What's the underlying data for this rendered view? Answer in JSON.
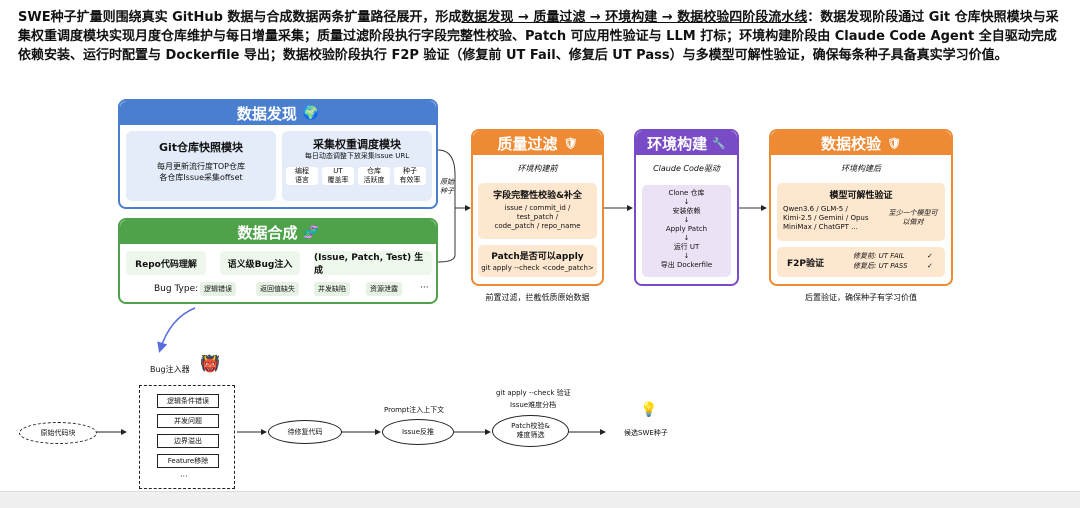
{
  "intro": {
    "p1": "SWE种子扩量则围绕真实 GitHub 数据与合成数据两条扩量路径展开，形成",
    "pipeline": "数据发现 → 质量过滤 → 环境构建 → 数据校验四阶段流水线",
    "p2": "：数据发现阶段通过 Git 仓库快照模块与采集权重调度模块实现月度仓库维护与每日增量采集；质量过滤阶段执行字段完整性校验、Patch 可应用性验证与 LLM 打标；环境构建阶段由 Claude Code Agent 全自驱动完成依赖安装、运行时配置与 Dockerfile 导出；数据校验阶段执行 F2P 验证（修复前 UT Fail、修复后 UT Pass）与多模型可解性验证，确保每条种子具备真实学习价值。"
  },
  "discovery": {
    "title": "数据发现",
    "icon": "globe-icon",
    "snapshot_title": "Git仓库快照模块",
    "snapshot_l1": "每月更新流行度TOP仓库",
    "snapshot_l2": "各仓库Issue采集offset",
    "weight_title": "采集权重调度模块",
    "weight_sub": "每日动态调整下放采集Issue URL",
    "cells": [
      [
        "编程",
        "语言"
      ],
      [
        "UT",
        "覆盖率"
      ],
      [
        "仓库",
        "活跃度"
      ],
      [
        "种子",
        "有效率"
      ]
    ]
  },
  "side_label": [
    "原始",
    "种子"
  ],
  "synthesis": {
    "title": "数据合成",
    "icon": "dna-icon",
    "step1": "Repo代码理解",
    "step2": "语义级Bug注入",
    "step3": "(Issue, Patch, Test) 生成",
    "bugtype_label": "Bug Type:",
    "chips": [
      "逻辑错误",
      "返回值缺失",
      "并发缺陷",
      "资源泄露"
    ],
    "more": "···"
  },
  "quality": {
    "title": "质量过滤",
    "icon": "shield-icon",
    "subtitle": "环境构建前",
    "c1_title": "字段完整性校验&补全",
    "c1_l1": "issue / commit_id /",
    "c1_l2": "test_patch /",
    "c1_l3": "code_patch / repo_name",
    "c2_title": "Patch是否可以apply",
    "c2_l1": "git apply --check <code_patch>",
    "caption": "前置过滤，拦截低质原始数据"
  },
  "env": {
    "title": "环境构建",
    "icon": "wrench-icon",
    "subtitle": "Claude Code驱动",
    "steps": [
      "Clone 仓库",
      "安装依赖",
      "Apply Patch",
      "运行 UT",
      "导出 Dockerfile"
    ]
  },
  "verify": {
    "title": "数据校验",
    "icon": "shield-icon",
    "subtitle": "环境构建后",
    "m_title": "模型可解性验证",
    "m_l1": "Qwen3.6 / GLM-5 /",
    "m_l2": "Kimi-2.5 / Gemini / Opus",
    "m_l3": "MiniMax / ChatGPT ...",
    "m_note1": "至少一个模型可",
    "m_note2": "以做对",
    "f2p_title": "F2P验证",
    "f2p_l1": "修复前: UT FAIL",
    "f2p_l2": "修复后: UT PASS",
    "check": "✓",
    "caption": "后置验证，确保种子有学习价值"
  },
  "sketch": {
    "injector_label": "Bug注入器",
    "source": "原始代码块",
    "bugs": [
      "逻辑条件错误",
      "并发问题",
      "边界溢出",
      "Feature移除"
    ],
    "ellipsis": "···",
    "pending": "待修复代码",
    "prompt_label": "Prompt注入上下文",
    "issue": "Issue反推",
    "check_label": "git apply --check 验证",
    "difficulty_label": "Issue难度分档",
    "patch": "Patch校验&\n难度筛选",
    "output": "候选SWE种子"
  }
}
